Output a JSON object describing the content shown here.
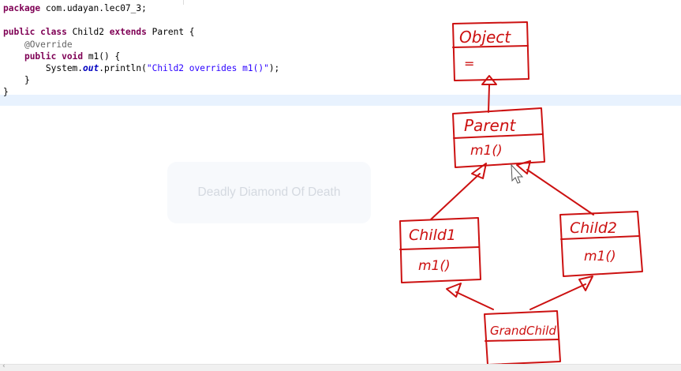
{
  "editor": {
    "lines": [
      {
        "parts": [
          {
            "t": "package",
            "k": "kw"
          },
          {
            "t": " com.udayan.lec07_3;"
          }
        ]
      },
      {
        "parts": []
      },
      {
        "parts": [
          {
            "t": "public",
            "k": "kw"
          },
          {
            "t": " "
          },
          {
            "t": "class",
            "k": "kw"
          },
          {
            "t": " Child2 "
          },
          {
            "t": "extends",
            "k": "kw"
          },
          {
            "t": " Parent {"
          }
        ]
      },
      {
        "parts": [
          {
            "t": "    "
          },
          {
            "t": "@Override",
            "k": "ann"
          }
        ]
      },
      {
        "parts": [
          {
            "t": "    "
          },
          {
            "t": "public",
            "k": "kw"
          },
          {
            "t": " "
          },
          {
            "t": "void",
            "k": "kw"
          },
          {
            "t": " m1() {"
          }
        ]
      },
      {
        "parts": [
          {
            "t": "        System."
          },
          {
            "t": "out",
            "k": "fld"
          },
          {
            "t": ".println("
          },
          {
            "t": "\"Child2 overrides m1()\"",
            "k": "str"
          },
          {
            "t": ");"
          }
        ]
      },
      {
        "parts": [
          {
            "t": "    }"
          }
        ]
      },
      {
        "parts": [
          {
            "t": "}"
          }
        ]
      }
    ]
  },
  "watermark": {
    "text": "Deadly Diamond Of Death"
  },
  "diagram": {
    "color": "#cc1111",
    "object": {
      "name": "Object",
      "body": "="
    },
    "parent": {
      "name": "Parent",
      "method": "m1()"
    },
    "child1": {
      "name": "Child1",
      "method": "m1()"
    },
    "child2": {
      "name": "Child2",
      "method": "m1()"
    },
    "grandchild": {
      "name": "GrandChild"
    }
  },
  "colors": {
    "keyword": "#7f0055",
    "annotation": "#646464",
    "string": "#2a00ff",
    "field": "#0000c0",
    "current_line": "#e8f2fe"
  }
}
